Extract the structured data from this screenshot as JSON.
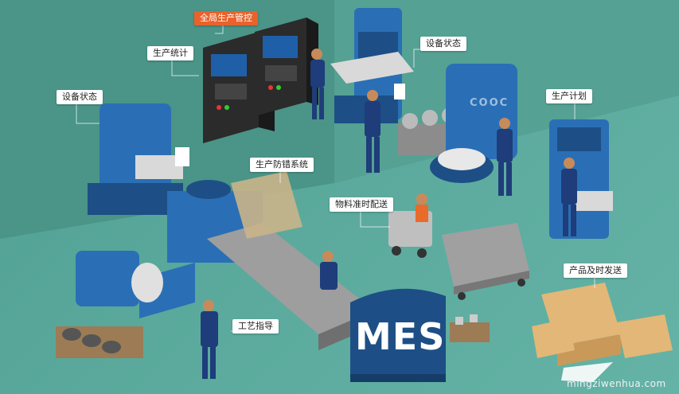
{
  "labels": {
    "global_control": "全局生产管控",
    "production_stats": "生产统计",
    "equipment_status_left": "设备状态",
    "equipment_status_top": "设备状态",
    "production_plan": "生产计划",
    "error_proofing": "生产防错系统",
    "material_delivery": "物料准时配送",
    "product_shipping": "产品及时发送",
    "process_guidance": "工艺指导"
  },
  "brand_text": "COOC",
  "mes_text": "MES",
  "watermark": "mingziwenhua.com",
  "colors": {
    "background": "#5aa99c",
    "machine_blue": "#2a6fb5",
    "machine_dark": "#1d4f86",
    "panel_black": "#2b2b2b",
    "highlight_label": "#e8622b",
    "box_tan": "#e3b777"
  }
}
